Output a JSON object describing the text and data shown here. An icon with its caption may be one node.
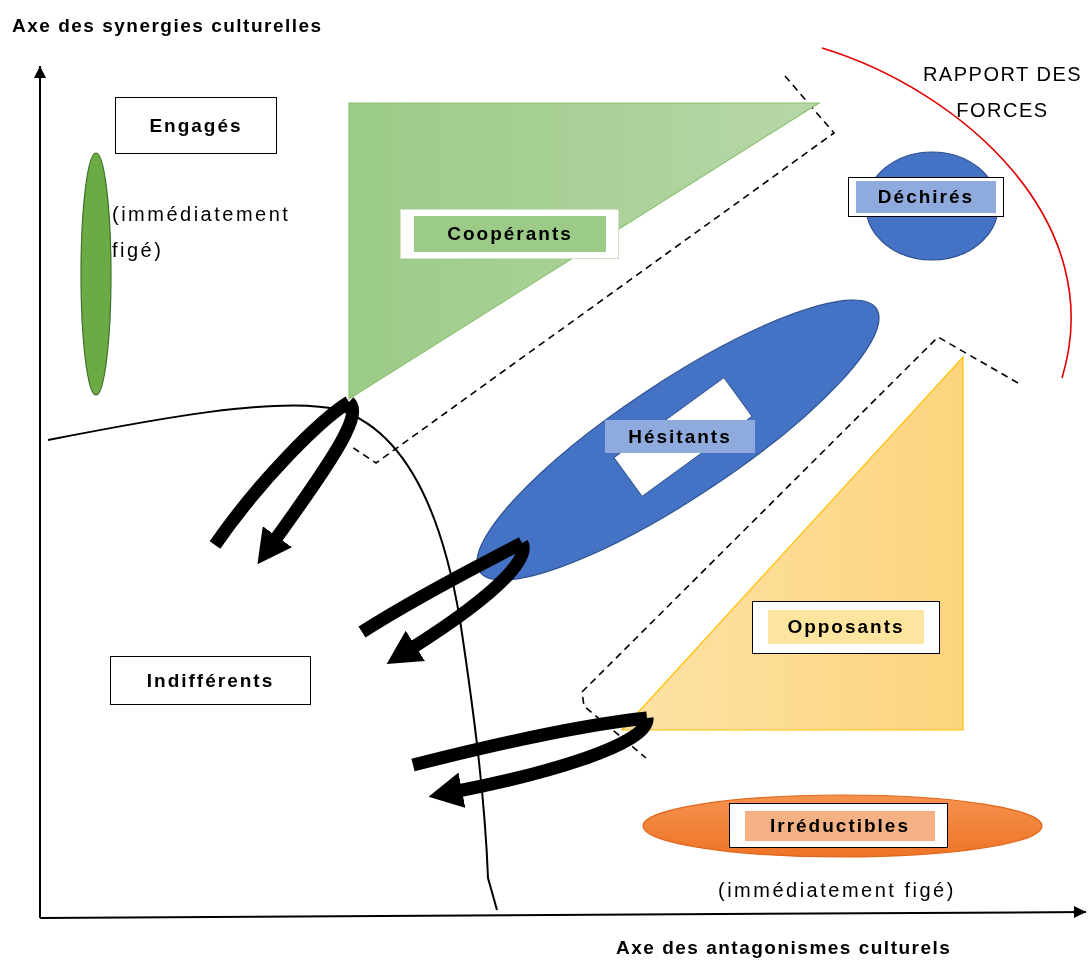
{
  "diagram": {
    "nodes": [
      {
        "text": [
          "Engagés"
        ]
      },
      {
        "text": [],
        "shape": "ellipse",
        "beside": [
          "(immédiatement figé)"
        ]
      },
      {
        "text": [
          "Coopérants"
        ]
      },
      {
        "text": [
          "Déchirés"
        ]
      },
      {
        "text": [
          "Hésitants"
        ]
      },
      {
        "text": [
          "Opposants"
        ]
      },
      {
        "text": [
          "Indifférents"
        ]
      },
      {
        "text": [
          "Irréductibles"
        ],
        "beside": [
          "(immédiatement figé)"
        ]
      }
    ],
    "edges": [
      {
        "from": 2,
        "to": null,
        "arrow": "to"
      },
      {
        "from": 4,
        "to": null,
        "arrow": "to"
      },
      {
        "from": 5,
        "to": null,
        "arrow": "to"
      }
    ],
    "labels": [
      "Axe des synergies culturelles",
      "RAPPORT DES FORCES",
      "Axe des antagonismes culturels"
    ]
  }
}
